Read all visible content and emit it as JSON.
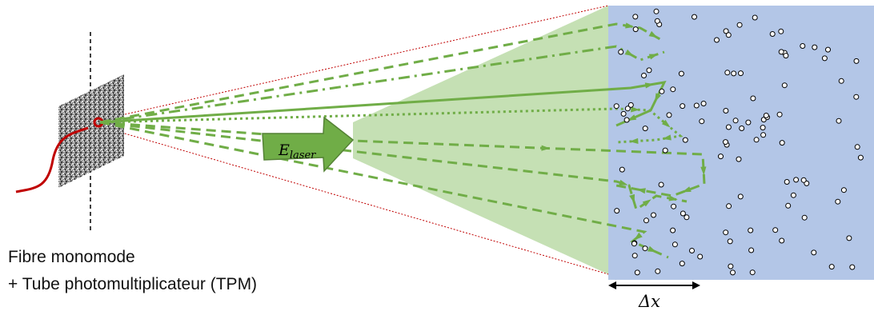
{
  "labels": {
    "fibre_line1": "Fibre monomode",
    "fibre_line2": "+ Tube photomultiplicateur (TPM)",
    "laser_symbol": "E",
    "laser_subscript": "laser",
    "depth_symbol": "Δx"
  },
  "colors": {
    "medium": "#b3c6e7",
    "cone": "#c5e0b4",
    "path": "#70ad47",
    "arrow_fill": "#70ad47",
    "arrow_stroke": "#548235",
    "fibre_red": "#c00000",
    "guide_red": "#c00000",
    "particle_fill": "#ffffff",
    "particle_stroke": "#000000"
  },
  "path_styles": [
    "dashed",
    "dash-dot",
    "solid",
    "dotted",
    "dashed",
    "dashed",
    "dashed"
  ],
  "particle_count": 110
}
